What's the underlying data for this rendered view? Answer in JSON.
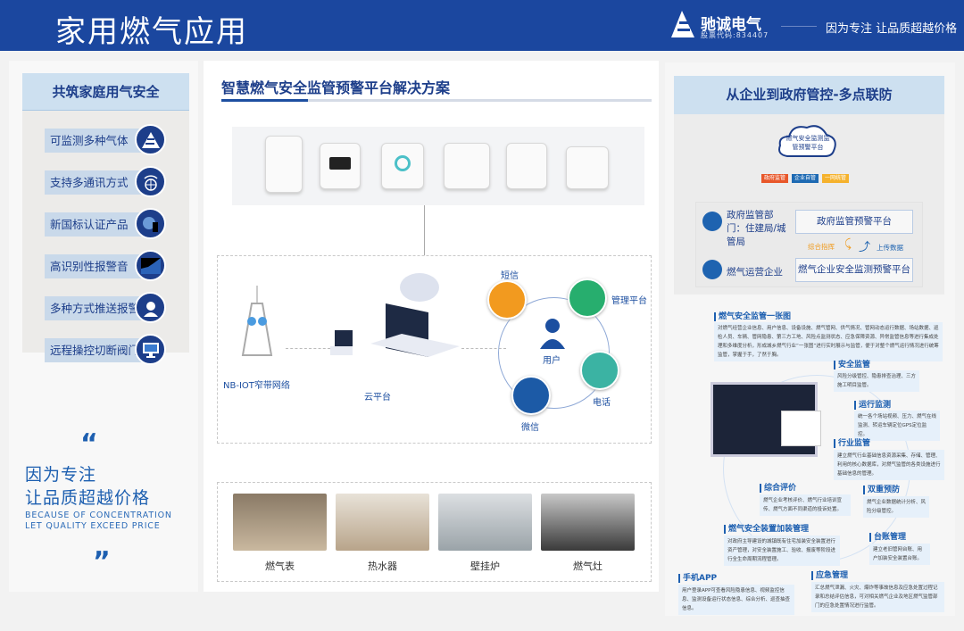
{
  "header": {
    "title": "家用燃气应用",
    "brand": "驰诚电气",
    "stock_code": "股票代码:834407",
    "slogan": "因为专注 让品质超越价格",
    "bg_color": "#1b479f"
  },
  "left": {
    "heading": "共筑家庭用气安全",
    "features": [
      {
        "label": "可监测多种气体",
        "icon": "pyramid-logo-icon"
      },
      {
        "label": "支持多通讯方式",
        "icon": "wireless-globe-icon"
      },
      {
        "label": "新国标认证产品",
        "icon": "certified-globe-icon"
      },
      {
        "label": "高识别性报警音",
        "icon": "sound-wave-icon"
      },
      {
        "label": "多种方式推送报警",
        "icon": "headset-user-icon"
      },
      {
        "label": "远程操控切断阀门",
        "icon": "monitor-icon"
      }
    ],
    "slogan_line1": "因为专注",
    "slogan_line2": "让品质超越价格",
    "english_line1": "BECAUSE OF CONCENTRATION",
    "english_line2": "LET QUALITY EXCEED PRICE"
  },
  "middle": {
    "title": "智慧燃气安全监管预警平台解决方案",
    "diagram": {
      "network": "NB-IOT窄带网络",
      "cloud": "云平台",
      "user": "用户",
      "channels": [
        {
          "label": "短信",
          "color": "#f29a1f"
        },
        {
          "label": "管理平台",
          "color": "#27ae6e"
        },
        {
          "label": "电话",
          "color": "#3bb3a3"
        },
        {
          "label": "微信",
          "color": "#1c5aa6"
        }
      ]
    },
    "applications": [
      "燃气表",
      "热水器",
      "壁挂炉",
      "燃气灶"
    ]
  },
  "right": {
    "heading": "从企业到政府管控-多点联防",
    "cloud_label": "燃气安全监测监管预警平台",
    "tags": [
      {
        "label": "政府监管",
        "color": "#e8572a"
      },
      {
        "label": "企业自管",
        "color": "#1e6ab3"
      },
      {
        "label": "一网统管",
        "color": "#f5b22d"
      }
    ],
    "gov_dept": "政府监管部门：住建局/城管局",
    "gov_platform": "政府监管预警平台",
    "command": "综合指挥",
    "upload": "上传数据",
    "enterprise": "燃气运营企业",
    "enterprise_platform": "燃气企业安全监测预警平台",
    "blocks": [
      {
        "title": "燃气安全监管一张图",
        "text": "对燃气经营企业信息、用户信息、设备设施、燃气管网、供气情况、管网动态运行数据、场站数据、巡检人员、车辆、管网隐患、第三方工地、风险点监测状态、应急保障资源、异常监管信息等进行集成处理和多维度分析，形成城乡燃气行业“一张图”进行实时展示与监管，便于对整个燃气运行情况进行统筹监管，掌握于手，了然于胸。"
      },
      {
        "title": "安全监管",
        "text": "风险分级管控、隐患排查治理、三方施工明目监管。"
      },
      {
        "title": "运行监测",
        "text": "统一各个场站视频、压力、燃气在线监测、转运车辆定位GPS定位监控。"
      },
      {
        "title": "行业监管",
        "text": "建立燃气行业基础信息资源采集、存储、管理、利用的核心数据库，对燃气监管的各类设施进行基础信息的管理。"
      },
      {
        "title": "综合评价",
        "text": "燃气企业考核评价、燃气行业培训宣传、燃气方面不同渠道的投诉处置。"
      },
      {
        "title": "双重预防",
        "text": "燃气企业数据统计分析、风险分级管控。"
      },
      {
        "title": "燃气安全装置加装管理",
        "text": "对政府主导建设的城镇既有住宅加装安全装置进行资产管理，对安全装置施工、验收、报废等阶段进行全生命周期流程管理。"
      },
      {
        "title": "台账管理",
        "text": "建立老旧管网台账、用户加装安全装置台账。"
      },
      {
        "title": "手机APP",
        "text": "用户登录APP可查看风险隐患信息、视频监控信息、监测设备运行状态信息、综合分析、巡查抽查信息。"
      },
      {
        "title": "应急管理",
        "text": "汇总燃气泄漏、火灾、爆炸等事故信息及应急处置过程记录和总结评估信息，可对相关燃气企业及地区燃气监管部门的应急处置情况进行监管。"
      }
    ]
  }
}
